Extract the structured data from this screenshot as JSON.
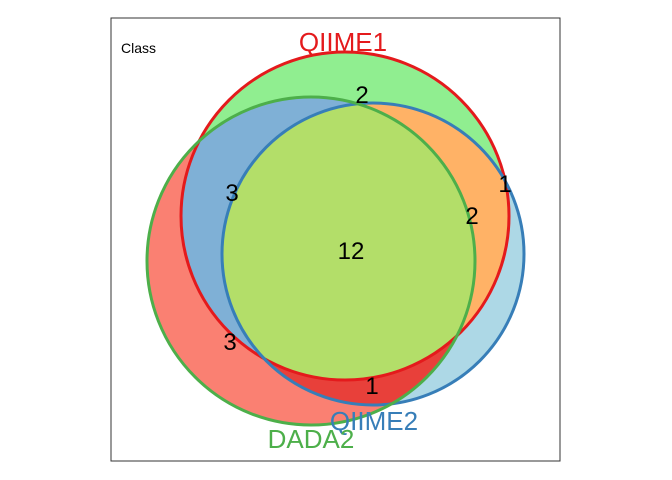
{
  "panel": {
    "title": "Class"
  },
  "sets": [
    {
      "key": "qiime1",
      "label": "QIIME1",
      "color": "#E41A1C",
      "fill": "#90EE90"
    },
    {
      "key": "qiime2",
      "label": "QIIME2",
      "color": "#377EB8",
      "fill": "#ADD8E6"
    },
    {
      "key": "dada2",
      "label": "DADA2",
      "color": "#4DAF4A",
      "fill": "#FA8072"
    }
  ],
  "region_colors": {
    "qiime1_qiime2": "#FFB266",
    "qiime1_dada2": "#7FB0D6",
    "qiime2_dada2": "#E8403A",
    "all": "#B3DE69"
  },
  "regions": {
    "qiime1_only": "2",
    "qiime2_only": "1",
    "qiime1_qiime2": "2",
    "qiime1_dada2": "3",
    "dada2_only": "3",
    "qiime2_dada2": "1",
    "all": "12"
  }
}
